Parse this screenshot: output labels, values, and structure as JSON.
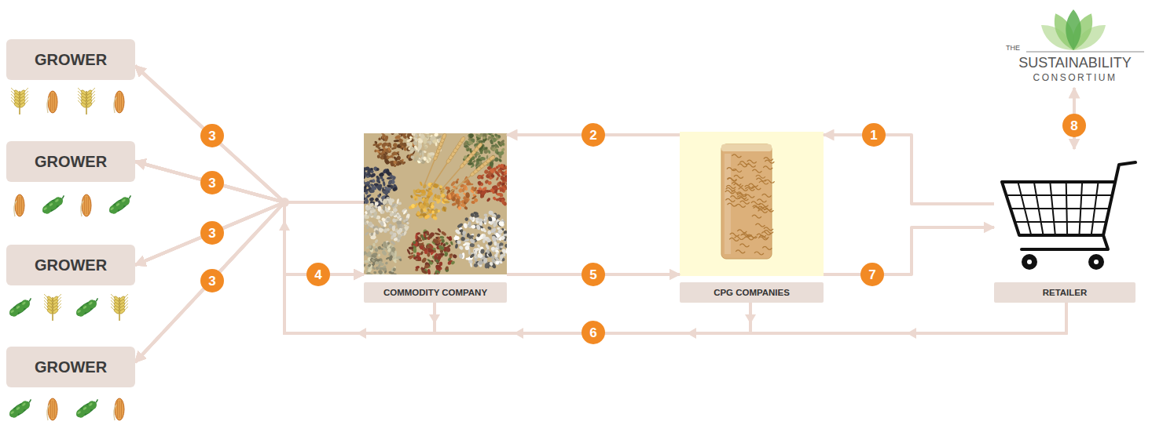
{
  "diagram": {
    "nodes": [
      {
        "text": [
          "GROWER"
        ]
      },
      {
        "text": [
          "GROWER"
        ]
      },
      {
        "text": [
          "GROWER"
        ]
      },
      {
        "text": [
          "GROWER"
        ]
      },
      {
        "text": [
          "COMMODITY COMPANY"
        ]
      },
      {
        "text": [
          "CPG COMPANIES"
        ]
      },
      {
        "text": [
          "RETAILER"
        ]
      },
      {
        "text": [
          "THE",
          "SUSTAINABILITY",
          "CONSORTIUM"
        ]
      }
    ],
    "edges": [
      {
        "from": 6,
        "to": 5,
        "arrow": "to",
        "label": "1"
      },
      {
        "from": 5,
        "to": 4,
        "arrow": "to",
        "label": "2"
      },
      {
        "from": 4,
        "to": 0,
        "arrow": "to",
        "label": "3"
      },
      {
        "from": 4,
        "to": 1,
        "arrow": "to",
        "label": "3"
      },
      {
        "from": 4,
        "to": 2,
        "arrow": "to",
        "label": "3"
      },
      {
        "from": 4,
        "to": 3,
        "arrow": "to",
        "label": "3"
      },
      {
        "from": 0,
        "to": 4,
        "arrow": "to",
        "label": "4"
      },
      {
        "from": 1,
        "to": 4,
        "arrow": "to"
      },
      {
        "from": 2,
        "to": 4,
        "arrow": "to"
      },
      {
        "from": 3,
        "to": 4,
        "arrow": "to"
      },
      {
        "from": 4,
        "to": 5,
        "arrow": "to",
        "label": "5"
      },
      {
        "from": 6,
        "to": 0,
        "arrow": "to",
        "label": "6"
      },
      {
        "from": 6,
        "to": 1,
        "arrow": "to"
      },
      {
        "from": 6,
        "to": 2,
        "arrow": "to"
      },
      {
        "from": 6,
        "to": 3,
        "arrow": "to"
      },
      {
        "from": 5,
        "to": 0,
        "arrow": "to"
      },
      {
        "from": 5,
        "to": 1,
        "arrow": "to"
      },
      {
        "from": 5,
        "to": 2,
        "arrow": "to"
      },
      {
        "from": 5,
        "to": 3,
        "arrow": "to"
      },
      {
        "from": 4,
        "to": 0,
        "arrow": "to"
      },
      {
        "from": 4,
        "to": 1,
        "arrow": "to"
      },
      {
        "from": 4,
        "to": 2,
        "arrow": "to"
      },
      {
        "from": 4,
        "to": 3,
        "arrow": "to"
      },
      {
        "from": 5,
        "to": 6,
        "arrow": "to",
        "label": "7"
      },
      {
        "from": 6,
        "to": 7,
        "arrow": "both",
        "label": "8"
      }
    ]
  }
}
